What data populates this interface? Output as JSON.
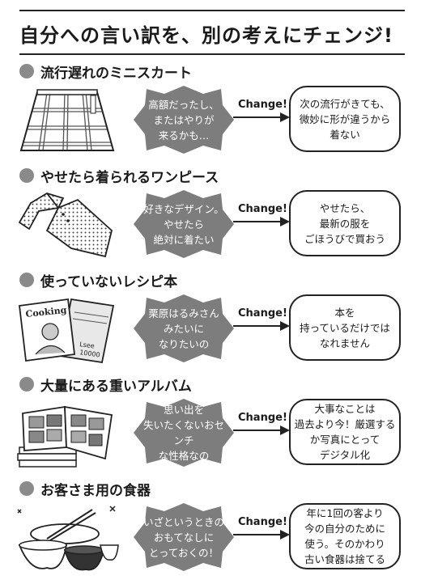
{
  "title": "自分への言い訳を、別の考えにチェンジ!",
  "change_label": "Change!",
  "illustration_text": {
    "cookbook_cover": "Cooking",
    "album_tag_1": "Lsee",
    "album_tag_2": "10000"
  },
  "sections": [
    {
      "heading": "流行遅れのミニスカート",
      "excuse": [
        "高額だったし、",
        "またはやりが",
        "来るかも…"
      ],
      "rethink": [
        "次の流行がきても、",
        "微妙に形が違うから",
        "着ない"
      ]
    },
    {
      "heading": "やせたら着られるワンピース",
      "excuse": [
        "好きなデザイン。",
        "やせたら",
        "絶対に着たい"
      ],
      "rethink": [
        "やせたら、",
        "最新の服を",
        "ごほうびで買おう"
      ]
    },
    {
      "heading": "使っていないレシピ本",
      "excuse": [
        "栗原はるみさん",
        "みたいに",
        "なりたいの"
      ],
      "rethink": [
        "本を",
        "持っているだけでは",
        "なれません"
      ]
    },
    {
      "heading": "大量にある重いアルバム",
      "excuse": [
        "思い出を",
        "失いたくないおセンチ",
        "な性格なの"
      ],
      "rethink": [
        "大事なことは",
        "過去より今！厳選する",
        "か写真にとって",
        "デジタル化"
      ]
    },
    {
      "heading": "お客さま用の食器",
      "excuse": [
        "いざというときの",
        "おもてなしに",
        "とっておくの！"
      ],
      "rethink": [
        "年に1回の客より",
        "今の自分のために",
        "使う。そのかわり",
        "古い食器は捨てる"
      ]
    }
  ]
}
